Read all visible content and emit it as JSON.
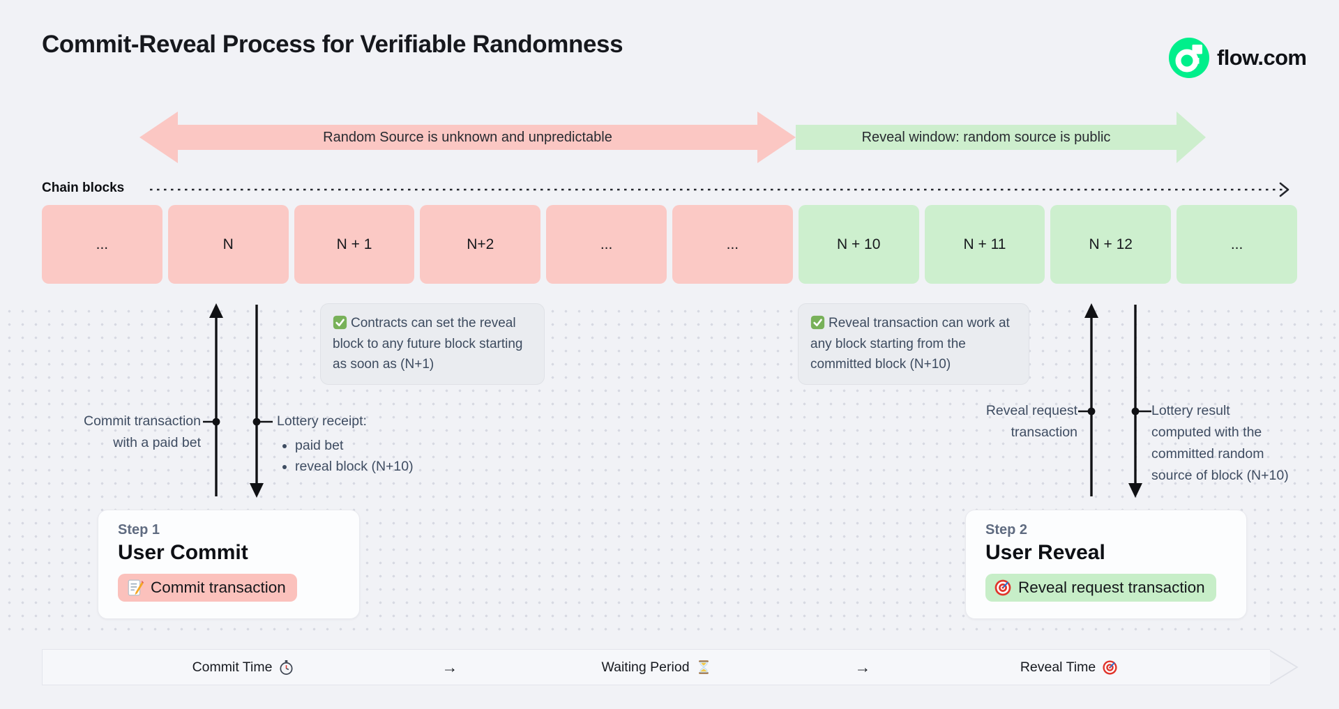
{
  "header": {
    "title": "Commit-Reveal Process for Verifiable Randomness",
    "brand": {
      "label": "flow.com",
      "icon": "flow-logo-icon",
      "color": "#00ef8b"
    }
  },
  "banners": {
    "unknown": "Random Source is unknown and unpredictable",
    "reveal": "Reveal window: random source is public"
  },
  "chain": {
    "label": "Chain blocks",
    "blocks": [
      {
        "label": "...",
        "variant": "pink"
      },
      {
        "label": "N",
        "variant": "pink"
      },
      {
        "label": "N + 1",
        "variant": "pink"
      },
      {
        "label": "N+2",
        "variant": "pink"
      },
      {
        "label": "...",
        "variant": "pink"
      },
      {
        "label": "...",
        "variant": "pink"
      },
      {
        "label": "N + 10",
        "variant": "green"
      },
      {
        "label": "N + 11",
        "variant": "green"
      },
      {
        "label": "N + 12",
        "variant": "green"
      },
      {
        "label": "...",
        "variant": "green"
      }
    ]
  },
  "notes": {
    "commit": {
      "icon": "check-icon",
      "text": "Contracts can set the reveal block to any future block starting as soon as (N+1)"
    },
    "reveal": {
      "icon": "check-icon",
      "text": "Reveal transaction can work at any block starting from the committed block (N+10)"
    }
  },
  "annotations": {
    "commit_transaction": {
      "lines": [
        "Commit transaction",
        "with a paid bet"
      ]
    },
    "lottery_receipt": {
      "title": "Lottery receipt:",
      "items": [
        "paid bet",
        "reveal block (N+10)"
      ]
    },
    "reveal_request": {
      "lines": [
        "Reveal request",
        "transaction"
      ]
    },
    "lottery_result": {
      "lines": [
        "Lottery result",
        "computed with the",
        "committed random",
        "source of block (N+10)"
      ]
    }
  },
  "steps": [
    {
      "label": "Step 1",
      "title": "User Commit",
      "badge_label": "Commit transaction",
      "badge_icon": "memo-icon",
      "badge_color": "#fbc1bc"
    },
    {
      "label": "Step 2",
      "title": "User Reveal",
      "badge_label": "Reveal request transaction",
      "badge_icon": "target-icon",
      "badge_color": "#c7eec8"
    }
  ],
  "timeline": {
    "items": [
      {
        "label": "Commit Time",
        "icon": "stopwatch-icon"
      },
      {
        "label": "→"
      },
      {
        "label": "Waiting Period",
        "icon": "hourglass-icon"
      },
      {
        "label": "→"
      },
      {
        "label": "Reveal Time",
        "icon": "target-icon"
      }
    ]
  },
  "colors": {
    "background": "#f1f2f6",
    "pink": "#fbc9c5",
    "green": "#cdefce",
    "note_bg": "#eaecf0",
    "brand_green": "#00ef8b",
    "pink_badge": "#fbc1bc",
    "green_badge": "#c7eec8"
  }
}
